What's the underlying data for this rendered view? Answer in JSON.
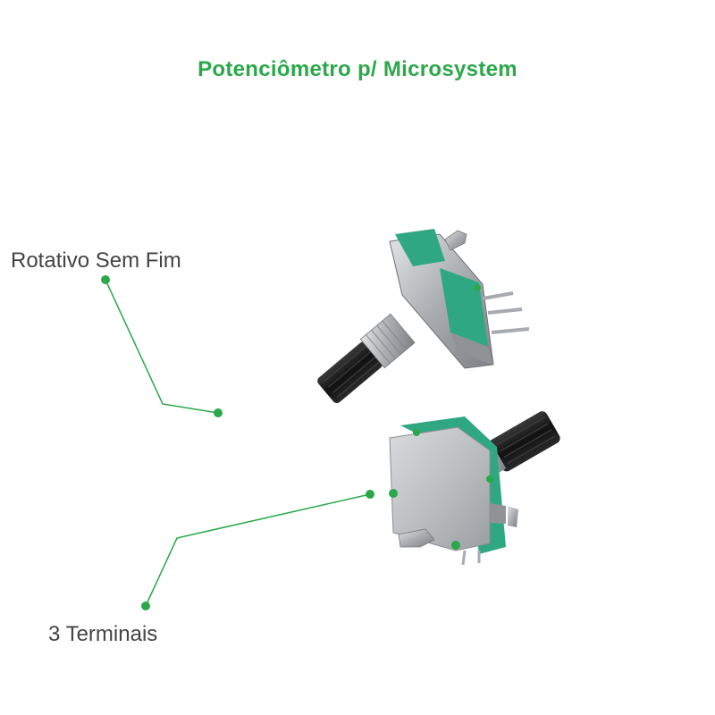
{
  "header": {
    "title": "Potenciômetro p/ Microsystem"
  },
  "callouts": [
    {
      "label": "Rotativo Sem Fim"
    },
    {
      "label": "3 Terminais"
    }
  ],
  "colors": {
    "accent": "#2aa84a",
    "text": "#444444",
    "pcb_green": "#2fa882",
    "metal": "#b9bcbf",
    "shaft": "#1e1e1e"
  }
}
